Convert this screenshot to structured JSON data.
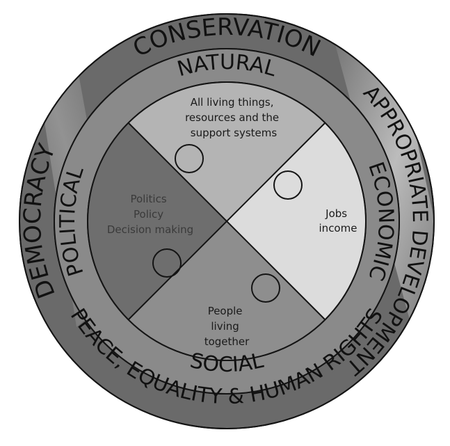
{
  "outer_ring": {
    "top": "CONSERVATION",
    "right": "APPROPRIATE DEVELOPMENT",
    "bottom": "PEACE, EQUALITY & HUMAN RIGHTS",
    "left": "DEMOCRACY"
  },
  "middle_ring": {
    "top": "NATURAL",
    "right": "ECONOMIC",
    "bottom": "SOCIAL",
    "left": "POLITICAL"
  },
  "quadrants": {
    "natural": [
      "All living things,",
      "resources and the",
      "support systems"
    ],
    "economic": [
      "Jobs",
      "income"
    ],
    "social": [
      "People",
      "living",
      "together"
    ],
    "political": [
      "Politics",
      "Policy",
      "Decision making"
    ]
  },
  "colors": {
    "outer_ring": "#6a6a6a",
    "middle_ring": "#8a8a8a",
    "natural": "#b4b4b4",
    "economic": "#dcdcdc",
    "social": "#8e8e8e",
    "political": "#6e6e6e",
    "outline": "#141414",
    "text": "#1a1a1a"
  }
}
